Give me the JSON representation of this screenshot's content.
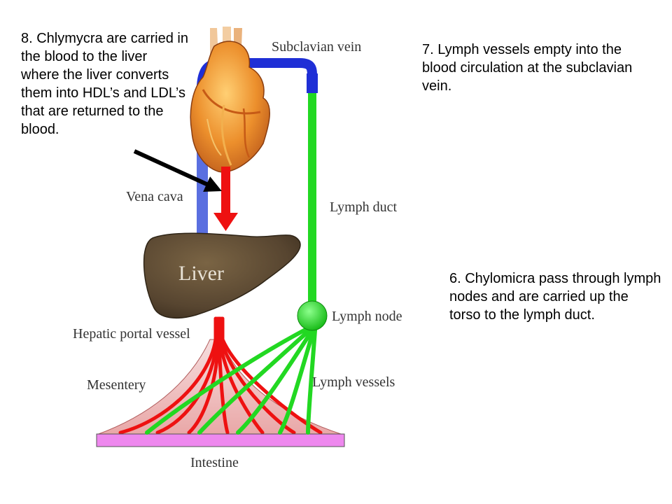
{
  "notes": {
    "step8": "8. Chlymycra are carried in the blood to the liver where the liver converts them into HDL’s and LDL’s that are returned to the blood.",
    "step7": "7. Lymph vessels empty into the blood circulation at the subclavian vein.",
    "step6": "6. Chylomicra pass through lymph nodes and are carried up the torso to the lymph duct."
  },
  "labels": {
    "subclavian_vein": "Subclavian vein",
    "vena_cava": "Vena cava",
    "lymph_duct": "Lymph duct",
    "liver": "Liver",
    "lymph_node": "Lymph node",
    "hepatic_portal_vessel": "Hepatic portal vessel",
    "mesentery": "Mesentery",
    "lymph_vessels": "Lymph vessels",
    "intestine": "Intestine"
  },
  "colors": {
    "vein_blue": "#1f2fd6",
    "vena_cava_blue": "#5a6fe0",
    "lymph_green": "#22d822",
    "blood_red": "#ee1111",
    "liver_brown": "#5c4a32",
    "heart_orange": "#e9892a",
    "mesentery_pink": "#f2c2c2",
    "intestine_magenta": "#ee88ee"
  }
}
